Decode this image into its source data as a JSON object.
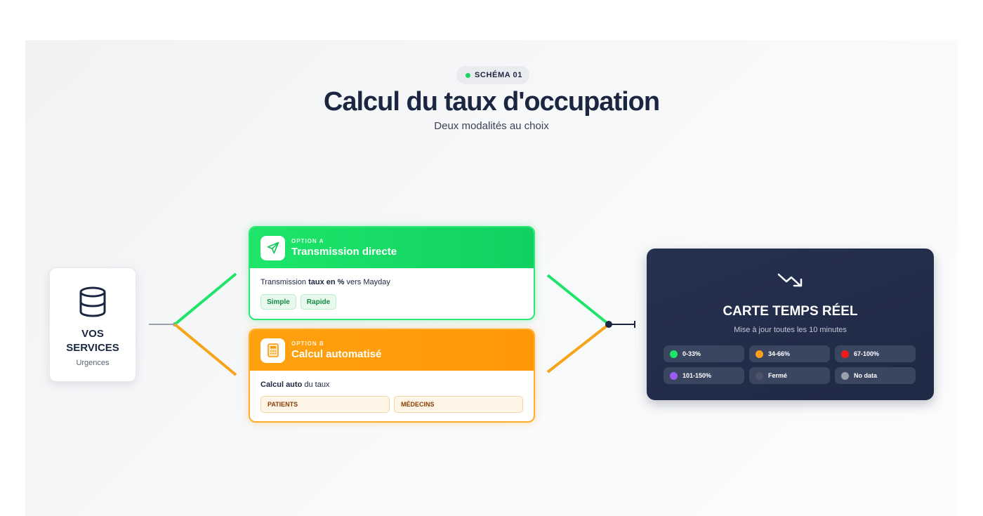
{
  "header": {
    "badge": "SCHÉMA 01",
    "title": "Calcul du taux d'occupation",
    "subtitle": "Deux modalités au choix"
  },
  "source": {
    "icon": "database-icon",
    "title": "VOS SERVICES",
    "subtitle": "Urgences"
  },
  "option_a": {
    "icon": "send-icon",
    "kicker": "OPTION A",
    "title": "Transmission directe",
    "text_prefix": "Transmission ",
    "text_bold": "taux en %",
    "text_suffix": " vers Mayday",
    "chips": [
      "Simple",
      "Rapide"
    ],
    "color": "#1ee56a"
  },
  "option_b": {
    "icon": "calculator-icon",
    "kicker": "OPTION B",
    "title": "Calcul automatisé",
    "text_bold": "Calcul auto",
    "text_suffix": " du taux",
    "chips": [
      "PATIENTS",
      "MÉDECINS"
    ],
    "color": "#ffa10f"
  },
  "result": {
    "icon": "trend-down-icon",
    "title": "CARTE TEMPS RÉEL",
    "subtitle": "Mise à jour toutes les 10 minutes",
    "legend": [
      {
        "label": "0-33%",
        "color": "#1ee56a"
      },
      {
        "label": "34-66%",
        "color": "#ff9f1a"
      },
      {
        "label": "67-100%",
        "color": "#f51a1a"
      },
      {
        "label": "101-150%",
        "color": "#9b5cf5"
      },
      {
        "label": "Fermé",
        "color": "#4a5368"
      },
      {
        "label": "No data",
        "color": "#9aa1ad"
      }
    ]
  },
  "connectors": {
    "gray": "#9aa1ad",
    "green": "#1ee56a",
    "orange": "#f6a41a",
    "dark": "#1b2640"
  }
}
